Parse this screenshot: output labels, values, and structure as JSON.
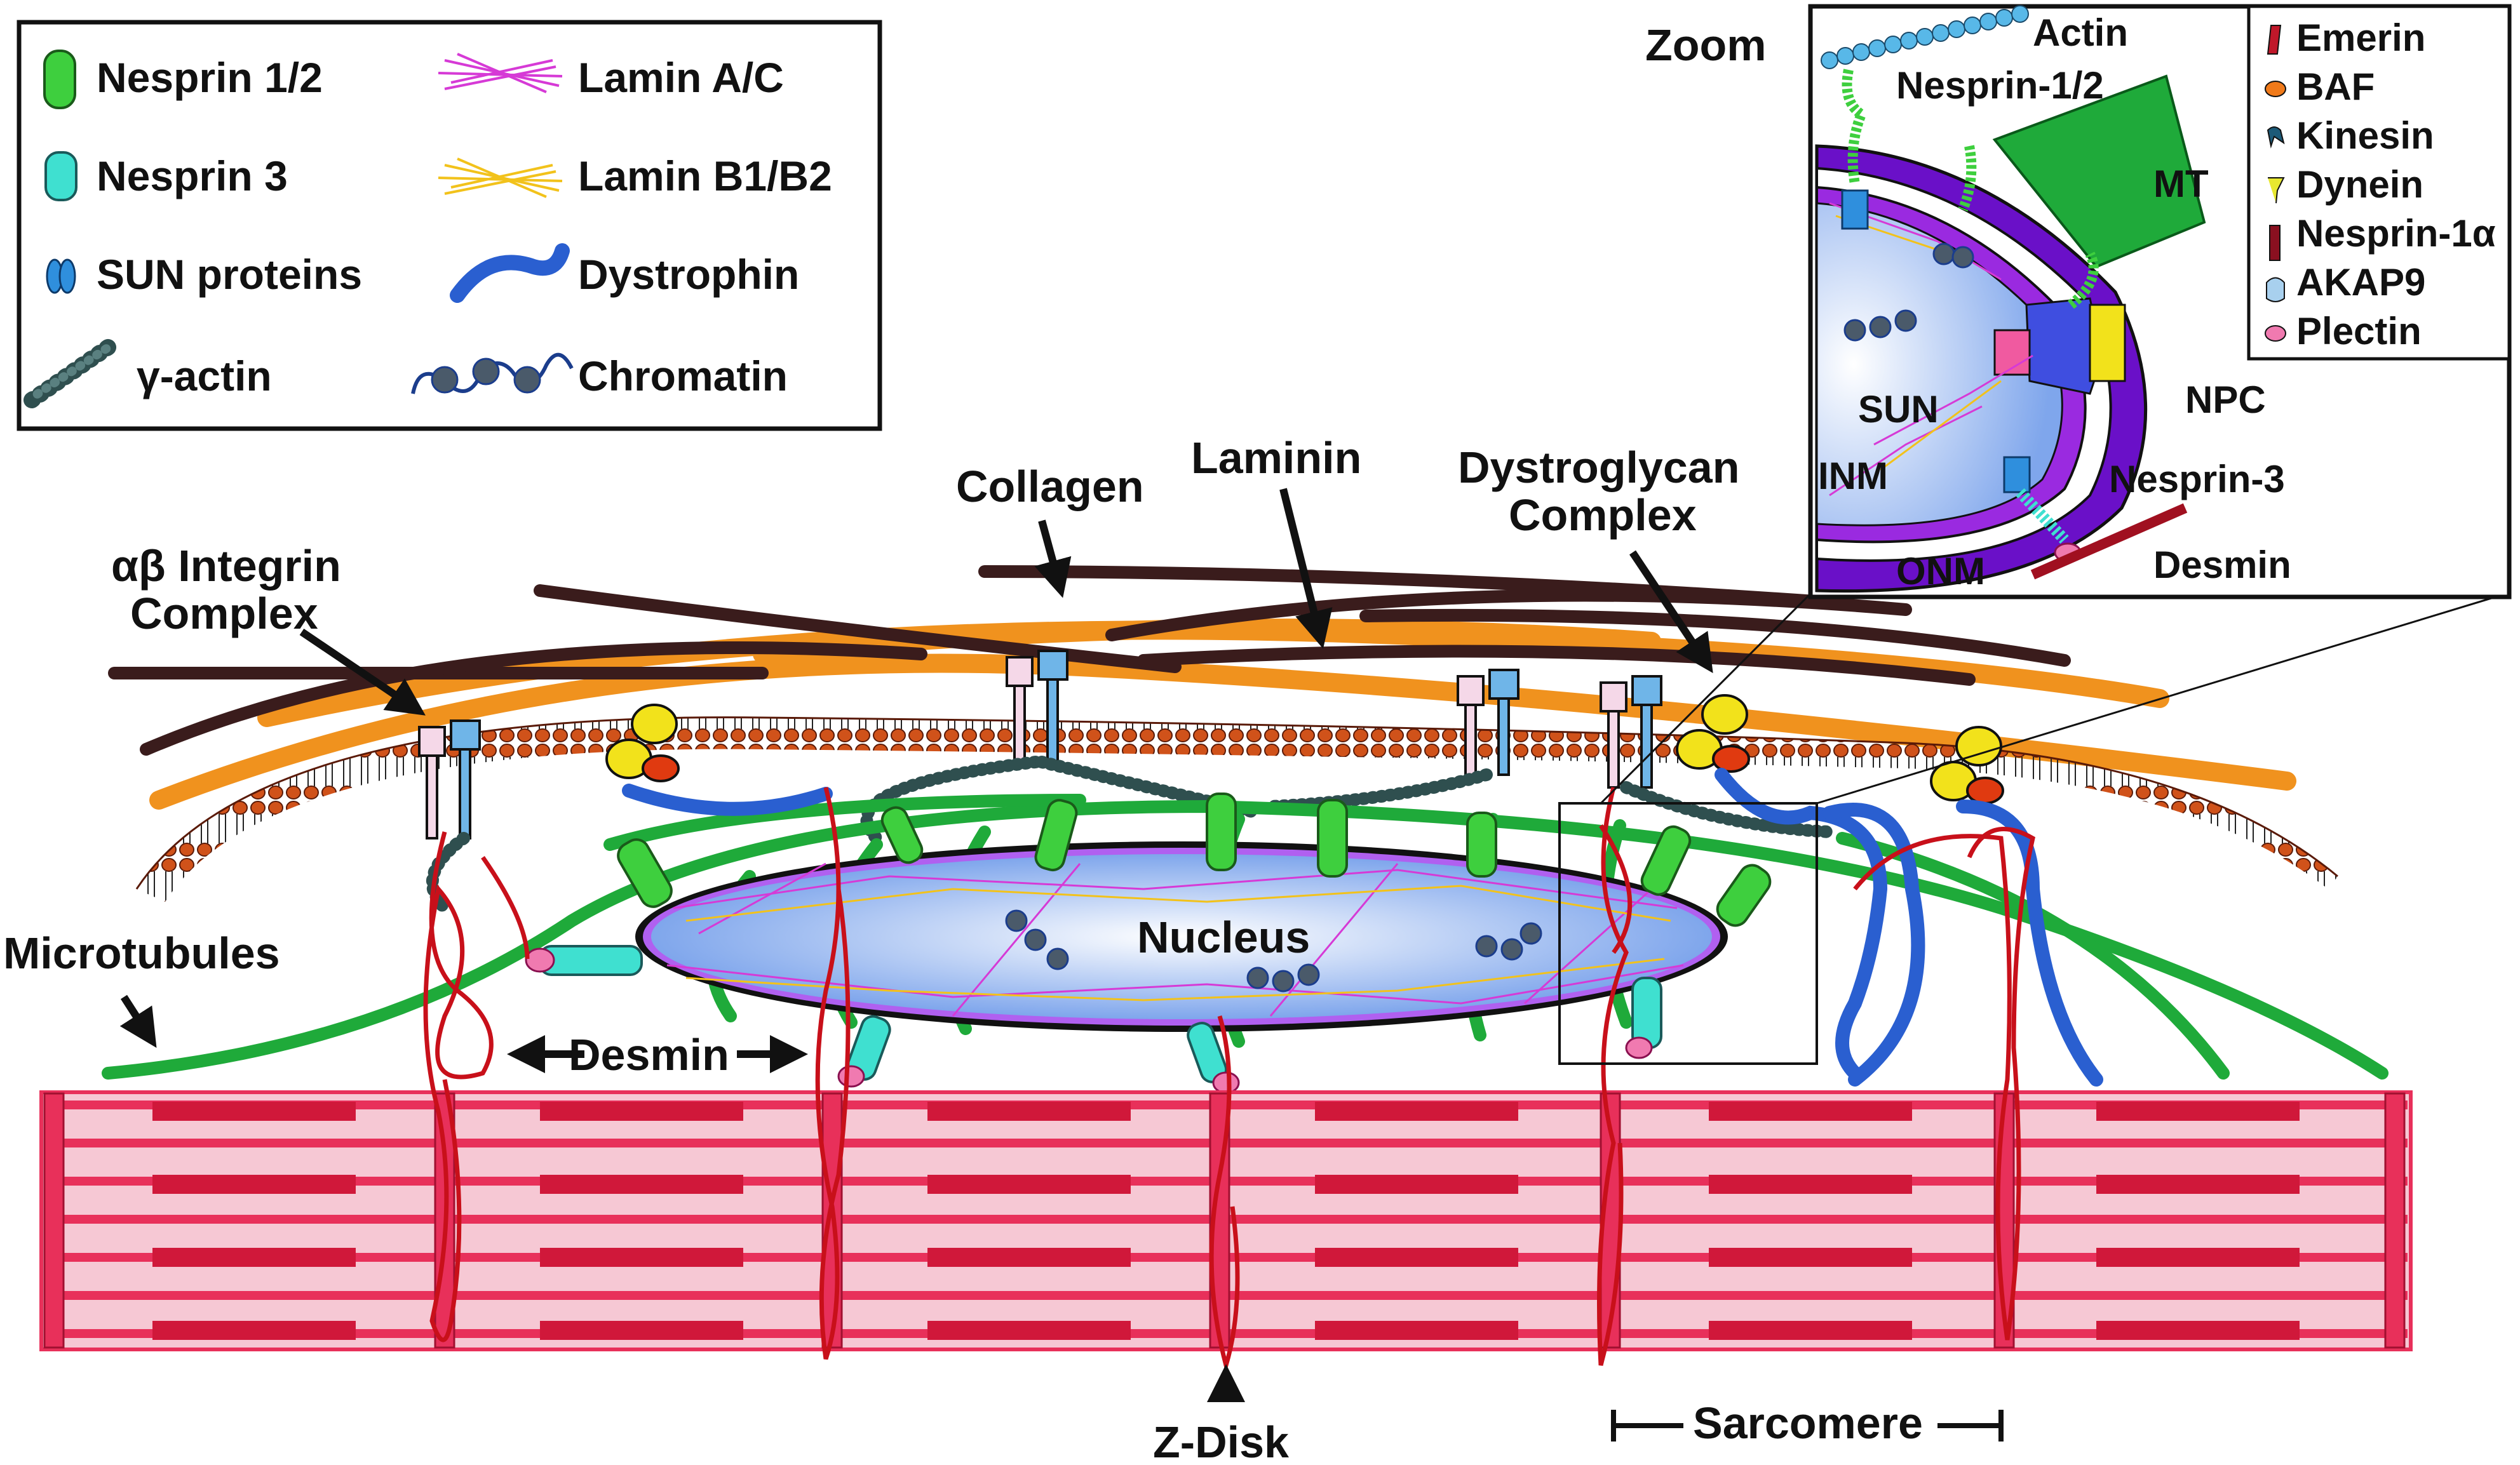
{
  "legend": {
    "items": [
      {
        "icon": "nesprin-1-2-icon",
        "label": "Nesprin 1/2",
        "color": "#3ecf3e"
      },
      {
        "icon": "nesprin-3-icon",
        "label": "Nesprin 3",
        "color": "#3fe0d0"
      },
      {
        "icon": "sun-proteins-icon",
        "label": "SUN proteins",
        "color": "#2f8fdd"
      },
      {
        "icon": "gamma-actin-icon",
        "label": "γ-actin",
        "color": "#2f4f4f"
      },
      {
        "icon": "lamin-ac-icon",
        "label": "Lamin A/C",
        "color": "#d63ad6"
      },
      {
        "icon": "lamin-b1-b2-icon",
        "label": "Lamin B1/B2",
        "color": "#f2c21b"
      },
      {
        "icon": "dystrophin-icon",
        "label": "Dystrophin",
        "color": "#2a5fd0"
      },
      {
        "icon": "chromatin-icon",
        "label": "Chromatin",
        "color": "#1b3d8c"
      }
    ]
  },
  "main_labels": {
    "integrin": "αβ Integrin",
    "integrin_2": "Complex",
    "collagen": "Collagen",
    "laminin": "Laminin",
    "dystroglycan": "Dystroglycan",
    "dystroglycan_2": "Complex",
    "microtubules": "Microtubules",
    "nucleus": "Nucleus",
    "desmin": "Desmin",
    "zdisk": "Z-Disk",
    "sarcomere": "Sarcomere"
  },
  "zoom": {
    "title": "Zoom",
    "labels": {
      "actin": "Actin",
      "nesprin12": "Nesprin-1/2",
      "mt": "MT",
      "npc": "NPC",
      "sun": "SUN",
      "inm": "INM",
      "onm": "ONM",
      "nesprin3": "Nesprin-3",
      "desmin": "Desmin"
    },
    "legend": [
      {
        "icon": "emerin-icon",
        "label": "Emerin",
        "color": "#c0182a"
      },
      {
        "icon": "baf-icon",
        "label": "BAF",
        "color": "#f07a1a"
      },
      {
        "icon": "kinesin-icon",
        "label": "Kinesin",
        "color": "#1c5a78"
      },
      {
        "icon": "dynein-icon",
        "label": "Dynein",
        "color": "#e8e830"
      },
      {
        "icon": "nesprin-1-alpha-icon",
        "label": "Nesprin-1α",
        "color": "#8a1020"
      },
      {
        "icon": "akap9-icon",
        "label": "AKAP9",
        "color": "#a8d0ee"
      },
      {
        "icon": "plectin-icon",
        "label": "Plectin",
        "color": "#f07ab0"
      }
    ]
  },
  "colors": {
    "collagen": "#3a1c1c",
    "laminin": "#f0921e",
    "membrane": "#c14a1a",
    "desmin": "#c8101a",
    "microtubule": "#1faa3a",
    "dystrophin": "#2a5fd0",
    "myofibril": "#e8305a",
    "nucleus_fill": "#9fbff0",
    "inm": "#7a1fd0"
  }
}
